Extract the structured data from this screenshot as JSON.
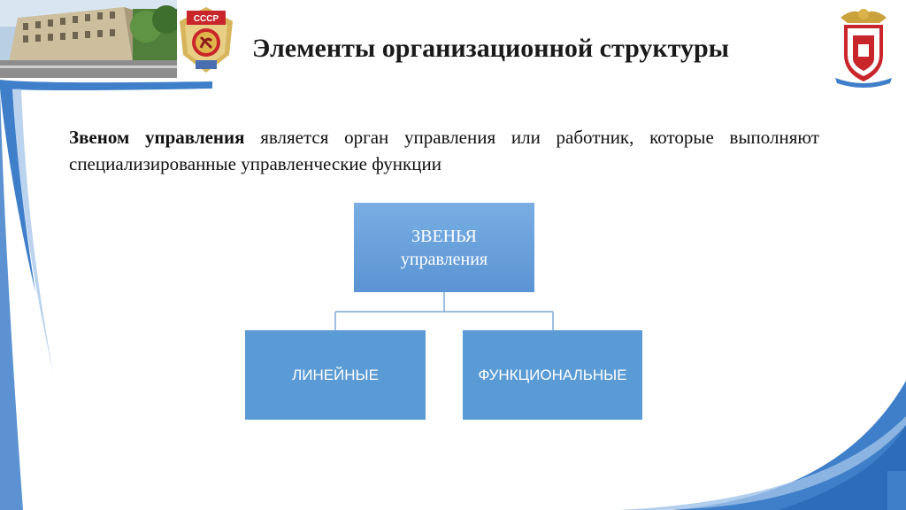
{
  "header": {
    "title": "Элементы организационной структуры"
  },
  "intro": {
    "bold_part": "Звеном управления",
    "rest": " является орган управления или работник, которые выполняют специализированные управленческие функции"
  },
  "diagram": {
    "root_line1": "ЗВЕНЬЯ",
    "root_line2": "управления",
    "children": [
      "ЛИНЕЙНЫЕ",
      "ФУНКЦИОНАЛЬНЫЕ"
    ]
  },
  "colors": {
    "box": "#5b9bd5",
    "accent_blue": "#3f7fc9"
  },
  "icons": {
    "photo": "building-photo",
    "medal": "order-of-red-banner-icon",
    "emblem": "police-emblem-icon"
  }
}
